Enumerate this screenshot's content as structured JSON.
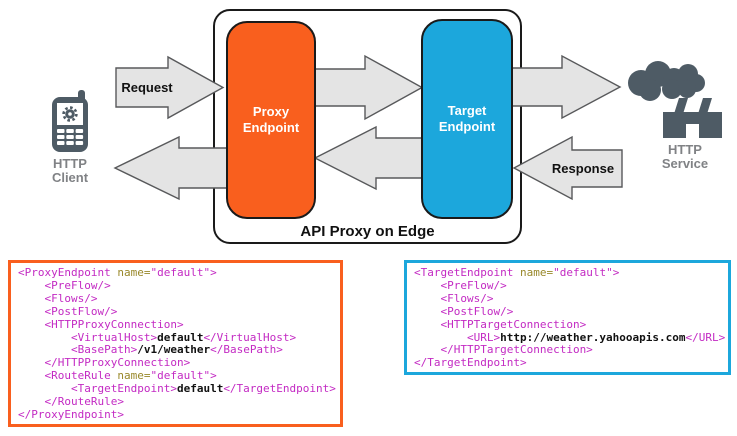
{
  "diagram": {
    "container_label": "API Proxy on Edge",
    "proxy_endpoint": {
      "line1": "Proxy",
      "line2": "Endpoint"
    },
    "target_endpoint": {
      "line1": "Target",
      "line2": "Endpoint"
    },
    "http_client": {
      "line1": "HTTP",
      "line2": "Client"
    },
    "http_service": {
      "line1": "HTTP",
      "line2": "Service"
    },
    "request_label": "Request",
    "response_label": "Response",
    "colors": {
      "proxy_orange": "#F95F1E",
      "target_blue": "#1CA7DC",
      "arrow_fill": "#E4E4E4",
      "arrow_stroke": "#58595B",
      "icon_slate": "#4E5B65",
      "icon_label_gray": "#808285",
      "outline_black": "#1A1A1A"
    }
  },
  "syntax_colors": {
    "tag": "#C32AC3",
    "attribute": "#99882A",
    "text": "#111111"
  },
  "code_blocks": {
    "proxy": {
      "title": "ProxyEndpoint XML",
      "border_color": "#F95F1E",
      "lines": [
        [
          [
            "m",
            "<ProxyEndpoint "
          ],
          [
            "o",
            "name="
          ],
          [
            "m",
            "\"default\">"
          ]
        ],
        [
          [
            "m",
            "    <PreFlow/>"
          ]
        ],
        [
          [
            "m",
            "    <Flows/>"
          ]
        ],
        [
          [
            "m",
            "    <PostFlow/>"
          ]
        ],
        [
          [
            "m",
            "    <HTTPProxyConnection>"
          ]
        ],
        [
          [
            "m",
            "        <VirtualHost>"
          ],
          [
            "k",
            "default"
          ],
          [
            "m",
            "</VirtualHost>"
          ]
        ],
        [
          [
            "m",
            "        <BasePath>"
          ],
          [
            "k",
            "/v1/weather"
          ],
          [
            "m",
            "</BasePath>"
          ]
        ],
        [
          [
            "m",
            "    </HTTPProxyConnection>"
          ]
        ],
        [
          [
            "m",
            "    <RouteRule "
          ],
          [
            "o",
            "name="
          ],
          [
            "m",
            "\"default\">"
          ]
        ],
        [
          [
            "m",
            "        <TargetEndpoint>"
          ],
          [
            "k",
            "default"
          ],
          [
            "m",
            "</TargetEndpoint>"
          ]
        ],
        [
          [
            "m",
            "    </RouteRule>"
          ]
        ],
        [
          [
            "m",
            "</ProxyEndpoint>"
          ]
        ]
      ]
    },
    "target": {
      "title": "TargetEndpoint XML",
      "border_color": "#1CA7DC",
      "lines": [
        [
          [
            "m",
            "<TargetEndpoint "
          ],
          [
            "o",
            "name="
          ],
          [
            "m",
            "\"default\">"
          ]
        ],
        [
          [
            "m",
            "    <PreFlow/>"
          ]
        ],
        [
          [
            "m",
            "    <Flows/>"
          ]
        ],
        [
          [
            "m",
            "    <PostFlow/>"
          ]
        ],
        [
          [
            "m",
            "    <HTTPTargetConnection>"
          ]
        ],
        [
          [
            "m",
            "        <URL>"
          ],
          [
            "k",
            "http://weather.yahooapis.com"
          ],
          [
            "m",
            "</URL>"
          ]
        ],
        [
          [
            "m",
            "    </HTTPTargetConnection>"
          ]
        ],
        [
          [
            "m",
            "</TargetEndpoint>"
          ]
        ]
      ]
    }
  }
}
